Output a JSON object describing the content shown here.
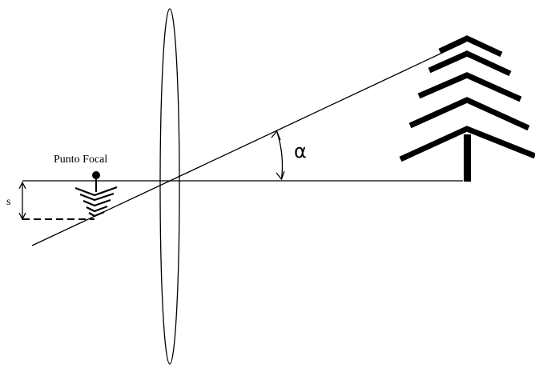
{
  "labels": {
    "focal_point": "Punto Focal",
    "displacement": "s",
    "angle": "α"
  }
}
